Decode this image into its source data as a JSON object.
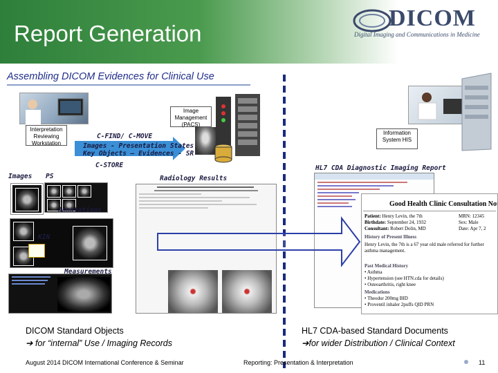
{
  "slide": {
    "title": "Report Generation",
    "subtitle": "Assembling DICOM Evidences for Clinical Use",
    "logo": {
      "text": "DICOM",
      "tagline": "Digital Imaging and Communications in Medicine"
    }
  },
  "left": {
    "workstation_label": "Interpretation Reviewing Workstation",
    "pacs_label": "Image Management (PACS)",
    "find_move": "C-FIND/ C-MOVE",
    "arrow_line1": "Images - Presentation States",
    "arrow_line2": "Key Objects – Evidences - SR",
    "store": "C-STORE",
    "images_label": "Images",
    "ps_label": "PS",
    "annotations_label": "Annotations",
    "kin_label": "KIN",
    "measurements_label": "Measurements",
    "radiology_results": "Radiology Results",
    "bottom_title": "DICOM Standard Objects",
    "bottom_sub": "for “internal” Use / Imaging Records"
  },
  "right": {
    "his_label": "Information System HIS",
    "cda_label": "HL7 CDA Diagnostic Imaging Report",
    "note_title": "Good Health Clinic Consultation Note",
    "patient_label": "Patient:",
    "patient_value": "Henry Levin, the 7th",
    "birthdate_label": "Birthdate:",
    "birthdate_value": "September 24, 1932",
    "consultant_label": "Consultant:",
    "consultant_value": "Robert Dolin, MD",
    "mrn": "MRN: 12345",
    "sex": "Sex: Male",
    "date": "Date: Apr 7, 2",
    "history_heading": "History of Present Illness",
    "history_text": "Henry Levin, the 7th is a 67 year old male referred for further asthma management.",
    "past_history_heading": "Past Medical History",
    "past_items": [
      "Asthma",
      "Hypertension (see HTN.cda for details)",
      "Osteoarthritis, right knee"
    ],
    "medications_heading": "Medications",
    "med_items": [
      "Theodur 200mg BID",
      "Proventil inhaler 2puffs QID PRN"
    ],
    "bottom_title": "HL7 CDA-based Standard Documents",
    "bottom_sub": "for wider Distribution / Clinical Context"
  },
  "footer": {
    "left": "August 2014 DICOM International Conference & Seminar",
    "center": "Reporting: Presentation & Interpretation",
    "page": "11"
  },
  "colors": {
    "header_green": "#2e7f3a",
    "accent_blue": "#1f2d8a",
    "arrow_blue": "#3a8fd6"
  }
}
